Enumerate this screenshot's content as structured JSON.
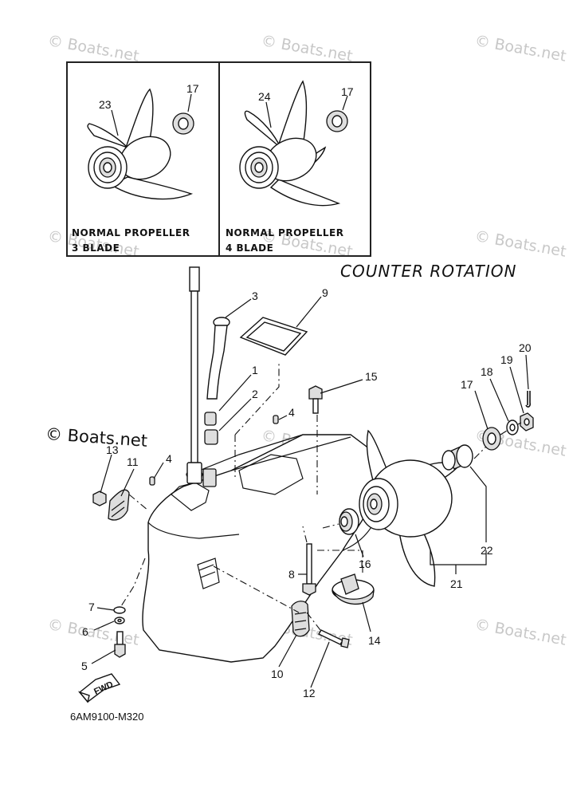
{
  "watermark": "© Boats.net",
  "insets": [
    {
      "caption_line1": "NORMAL PROPELLER",
      "caption_line2": "3 BLADE",
      "part_label": "23",
      "spline_label": "17"
    },
    {
      "caption_line1": "NORMAL PROPELLER",
      "caption_line2": "4 BLADE",
      "part_label": "24",
      "spline_label": "17"
    }
  ],
  "title": "COUNTER  ROTATION",
  "drawing_code": "6AM9100-M320",
  "fwd_label": "FWD",
  "callouts": {
    "c1": "1",
    "c2": "2",
    "c3": "3",
    "c4a": "4",
    "c4b": "4",
    "c5": "5",
    "c6": "6",
    "c7": "7",
    "c8": "8",
    "c9": "9",
    "c10": "10",
    "c11": "11",
    "c12": "12",
    "c13": "13",
    "c14": "14",
    "c15": "15",
    "c16": "16",
    "c17": "17",
    "c18": "18",
    "c19": "19",
    "c20": "20",
    "c21": "21",
    "c22": "22"
  }
}
